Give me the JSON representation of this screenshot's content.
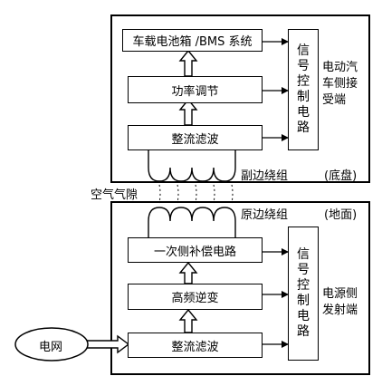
{
  "vehicle": {
    "blocks": {
      "battery": "车载电池箱 /BMS 系统",
      "power_adjust": "功率调节",
      "rectifier_filter": "整流滤波"
    },
    "signal_control": "信号控制电路",
    "side_label_line1": "电动汽",
    "side_label_line2": "车侧接",
    "side_label_line3": "受端",
    "coil_label": "副边绕组",
    "chassis_label": "(底盘)"
  },
  "air_gap_label": "空气气隙",
  "ground": {
    "coil_label": "原边绕组",
    "ground_label": "(地面)",
    "blocks": {
      "compensation": "一次侧补偿电路",
      "hf_inverter": "高频逆变",
      "rectifier_filter": "整流滤波"
    },
    "signal_control": "信号控制电路",
    "side_label_line1": "电源侧",
    "side_label_line2": "发射端"
  },
  "grid_label": "电网"
}
